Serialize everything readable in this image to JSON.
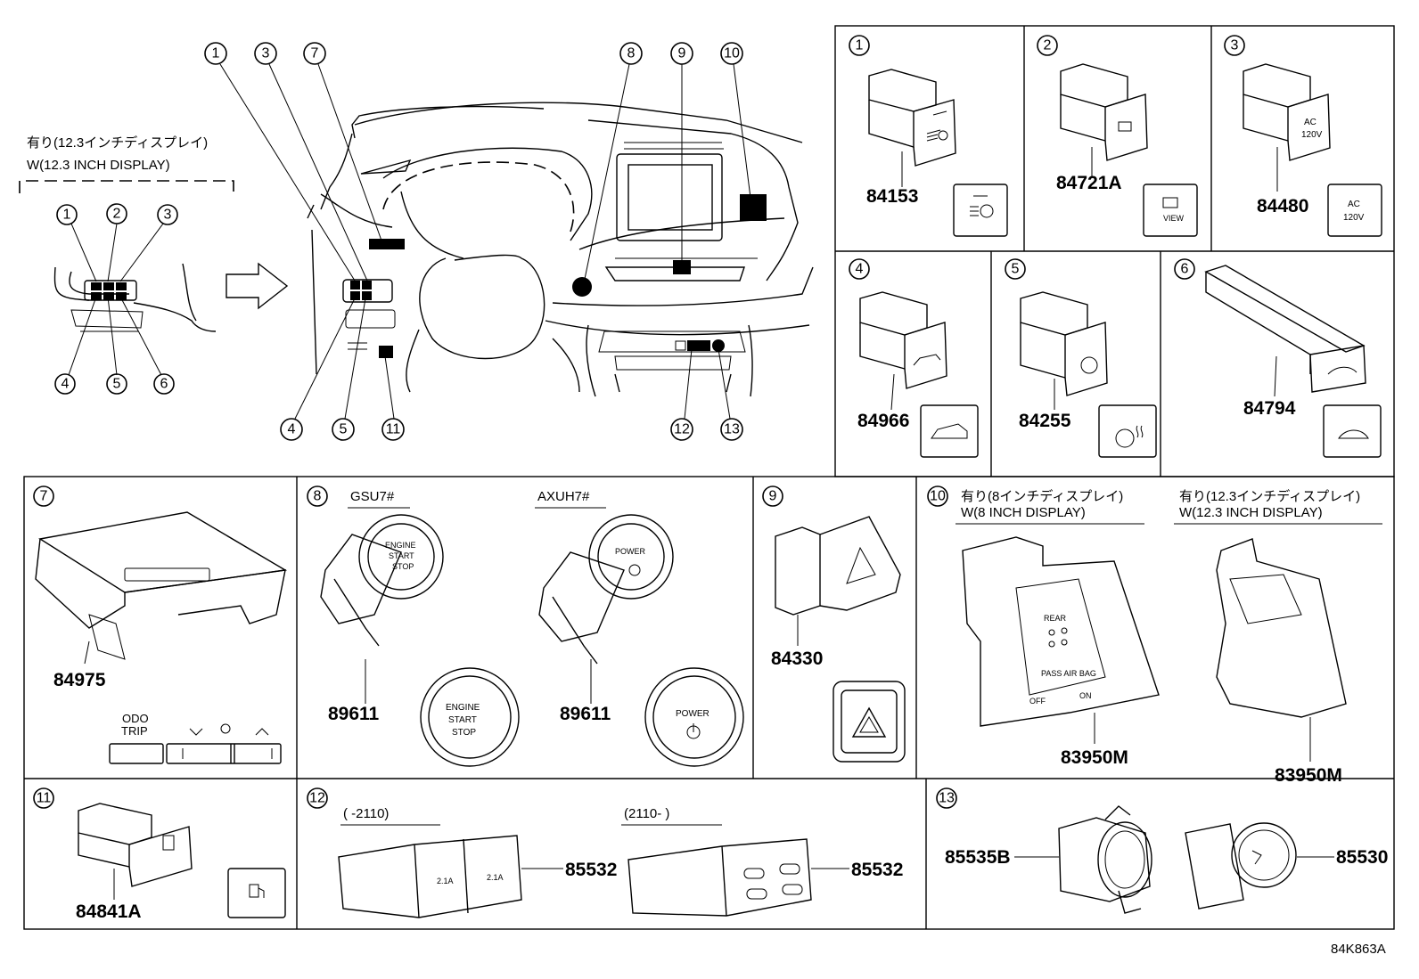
{
  "overview": {
    "variant_jp": "有り(12.3インチディスプレイ)",
    "variant_en": "W(12.3 INCH DISPLAY)",
    "callouts": [
      "1",
      "2",
      "3",
      "4",
      "5",
      "6",
      "7",
      "8",
      "9",
      "10",
      "11",
      "12",
      "13"
    ]
  },
  "panels": {
    "p1": {
      "num": "1",
      "part": "84153"
    },
    "p2": {
      "num": "2",
      "part": "84721A",
      "icon_text": "VIEW"
    },
    "p3": {
      "num": "3",
      "part": "84480",
      "icon_text_1": "AC",
      "icon_text_2": "120V"
    },
    "p4": {
      "num": "4",
      "part": "84966"
    },
    "p5": {
      "num": "5",
      "part": "84255"
    },
    "p6": {
      "num": "6",
      "part": "84794"
    },
    "p7": {
      "num": "7",
      "part": "84975",
      "btn_odo": "ODO",
      "btn_trip": "TRIP"
    },
    "p8": {
      "num": "8",
      "variant_a": "GSU7#",
      "variant_b": "AXUH7#",
      "part_a": "89611",
      "part_b": "89611",
      "engine_1": "ENGINE",
      "engine_2": "START",
      "engine_3": "STOP",
      "power": "POWER"
    },
    "p9": {
      "num": "9",
      "part": "84330"
    },
    "p10": {
      "num": "10",
      "variant_a_jp": "有り(8インチディスプレイ)",
      "variant_a_en": "W(8 INCH DISPLAY)",
      "variant_b_jp": "有り(12.3インチディスプレイ)",
      "variant_b_en": "W(12.3 INCH DISPLAY)",
      "part_a": "83950M",
      "part_b": "83950M",
      "rear": "REAR",
      "airbag": "PASS AIR BAG",
      "on": "ON",
      "off": "OFF"
    },
    "p11": {
      "num": "11",
      "part": "84841A"
    },
    "p12": {
      "num": "12",
      "range_a": "(      -2110)",
      "range_b": "(2110-      )",
      "part_a": "85532",
      "part_b": "85532",
      "amp": "2.1A"
    },
    "p13": {
      "num": "13",
      "part_a": "85535B",
      "part_b": "85530"
    }
  },
  "figure_code": "84K863A"
}
